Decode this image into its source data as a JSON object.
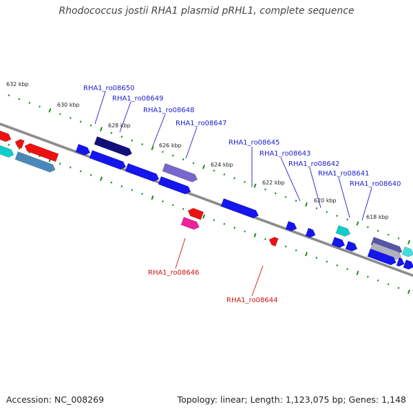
{
  "title": "Rhodococcus jostii RHA1 plasmid pRHL1, complete sequence",
  "footer": {
    "accession": "Accession: NC_008269",
    "summary": "Topology: linear; Length: 1,123,075 bp; Genes: 1,148"
  },
  "colors": {
    "backbone": "#7a7a7a",
    "ticks": "#1a8a1a",
    "forward_label": "#1c1ccc",
    "reverse_label": "#cc1111"
  },
  "kbp_ticks": [
    "632 kbp",
    "630 kbp",
    "628 kbp",
    "626 kbp",
    "624 kbp",
    "622 kbp",
    "620 kbp",
    "618 kbp"
  ],
  "gene_labels_top": [
    "RHA1_ro08650",
    "RHA1_ro08649",
    "RHA1_ro08648",
    "RHA1_ro08647",
    "RHA1_ro08645",
    "RHA1_ro08643",
    "RHA1_ro08642",
    "RHA1_ro08641",
    "RHA1_ro08640"
  ],
  "gene_labels_bottom": [
    "RHA1_ro08646",
    "RHA1_ro08644"
  ]
}
